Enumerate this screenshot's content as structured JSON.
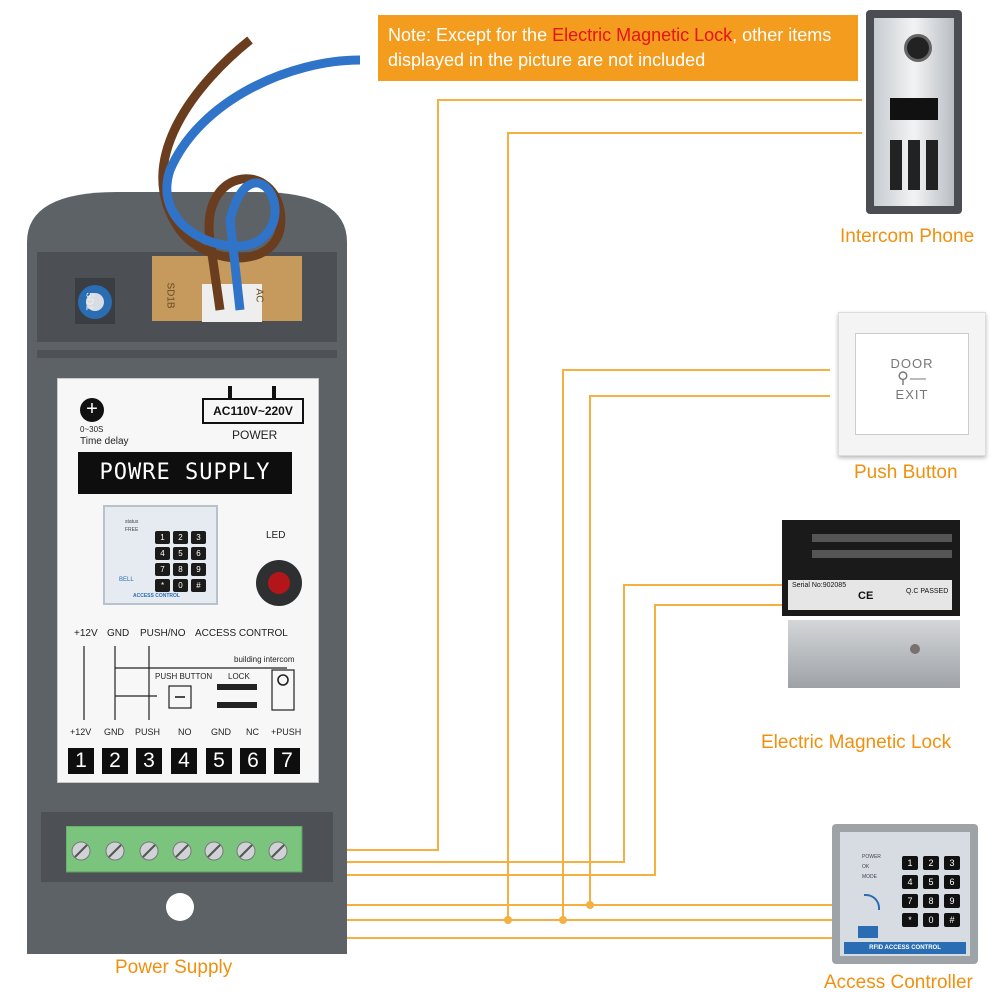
{
  "note": {
    "prefix": "Note: Except for the ",
    "highlight": "Electric Magnetic Lock",
    "suffix": ", other items displayed in the picture are not included"
  },
  "labels": {
    "intercom": "Intercom Phone",
    "push_button": "Push Button",
    "mag_lock": "Electric Magnetic Lock",
    "access_controller": "Access Controller",
    "power_supply": "Power Supply"
  },
  "panel": {
    "time_range": "0~30S",
    "time_delay": "Time delay",
    "voltage": "AC110V~220V",
    "power": "POWER",
    "title": "POWRE SUPPLY",
    "led": "LED",
    "top_labels": [
      "+12V",
      "GND",
      "PUSH/NO",
      "ACCESS CONTROL"
    ],
    "building_intercom": "building intercom",
    "push_button": "PUSH BUTTON",
    "lock": "LOCK",
    "bottom_labels": [
      "+12V",
      "GND",
      "PUSH",
      "NO",
      "GND",
      "NC",
      "+PUSH"
    ],
    "terminals": [
      "1",
      "2",
      "3",
      "4",
      "5",
      "6",
      "7"
    ],
    "pot_label": "5D1",
    "board_label": "SD1B",
    "board_ac": "AC"
  },
  "push_button_device": {
    "line1": "DOOR",
    "line2": "EXIT"
  },
  "mag_lock_device": {
    "serial": "Serial No:902085",
    "qc": "Q.C PASSED",
    "ce": "CE"
  },
  "access_device": {
    "keys": [
      "1",
      "2",
      "3",
      "4",
      "5",
      "6",
      "7",
      "8",
      "9",
      "*",
      "0",
      "#"
    ],
    "caption": "RFID ACCESS CONTROL",
    "status": [
      "POWER",
      "OK",
      "MODE"
    ]
  },
  "mini_keypad": {
    "keys": [
      "1",
      "2",
      "3",
      "4",
      "5",
      "6",
      "7",
      "8",
      "9",
      "*",
      "0",
      "#"
    ],
    "caption": "ACCESS CONTROL",
    "status": [
      "status",
      "FREE"
    ],
    "bell": "BELL"
  },
  "colors": {
    "orange": "#f39c1d",
    "wire": "#f5b041",
    "red": "#e8121b",
    "housing": "#5d6267"
  }
}
